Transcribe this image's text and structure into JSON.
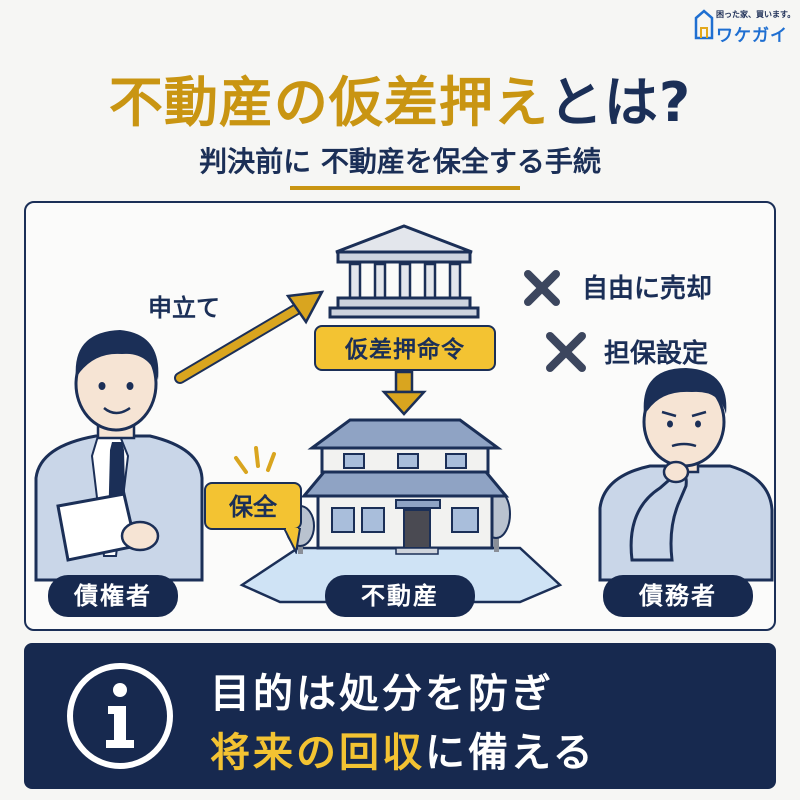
{
  "logo": {
    "tagline": "困った家、買います。",
    "name": "ワケガイ"
  },
  "header": {
    "title_highlight": "不動産の仮差押え",
    "title_rest": "とは?",
    "subtitle": "判決前に 不動産を保全する手続"
  },
  "diagram": {
    "filing_label": "申立て",
    "order_badge": "仮差押命令",
    "preserve_badge": "保全",
    "creditor_label": "債権者",
    "property_label": "不動産",
    "debtor_label": "債務者",
    "prohibitions": [
      {
        "text": "自由に売却",
        "icon": "x-icon"
      },
      {
        "text": "担保設定",
        "icon": "x-icon"
      }
    ]
  },
  "banner": {
    "icon": "info-icon",
    "line1": "目的は処分を防ぎ",
    "line2_highlight": "将来の回収",
    "line2_rest": "に備える"
  },
  "colors": {
    "navy": "#17294f",
    "gold": "#c99512",
    "yellow": "#f3c332",
    "background": "#f6f6f4"
  }
}
